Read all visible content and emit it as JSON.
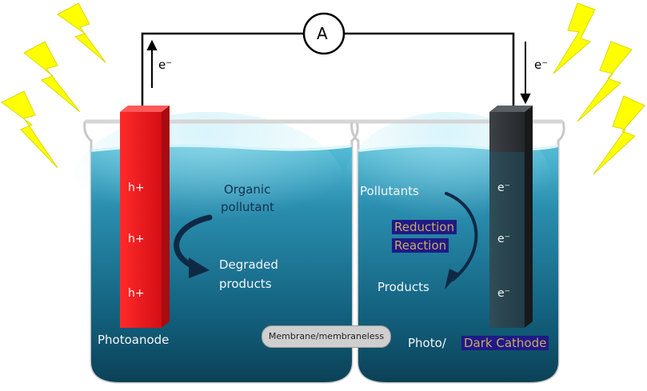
{
  "ammeter": {
    "symbol": "A"
  },
  "electron_arrows": {
    "left": "e⁻",
    "right": "e⁻"
  },
  "anode": {
    "holes": [
      "h+",
      "h+",
      "h+"
    ],
    "label": "Photoanode"
  },
  "cathode": {
    "electrons": [
      "e⁻",
      "e⁻",
      "e⁻"
    ],
    "label_prefix": "Photo/",
    "label_highlight": "Dark Cathode"
  },
  "left_process": {
    "input_line1": "Organic",
    "input_line2": "pollutant",
    "output_line1": "Degraded",
    "output_line2": "products"
  },
  "right_process": {
    "input": "Pollutants",
    "reaction_line1": "Reduction",
    "reaction_line2": "Reaction",
    "output": "Products"
  },
  "membrane": {
    "label": "Membrane/membraneless"
  },
  "colors": {
    "water_top": "#3aa6c4",
    "water_bottom": "#0d4f6a",
    "anode": "#e8161c",
    "cathode": "#2b2f33",
    "lightning": "#ffff00",
    "highlight_bg": "#1f1a86",
    "highlight_text": "#c9a968"
  },
  "icons": [
    "lightning-bolt-icon",
    "ammeter-icon",
    "curved-arrow-icon",
    "electron-flow-arrow-icon"
  ]
}
